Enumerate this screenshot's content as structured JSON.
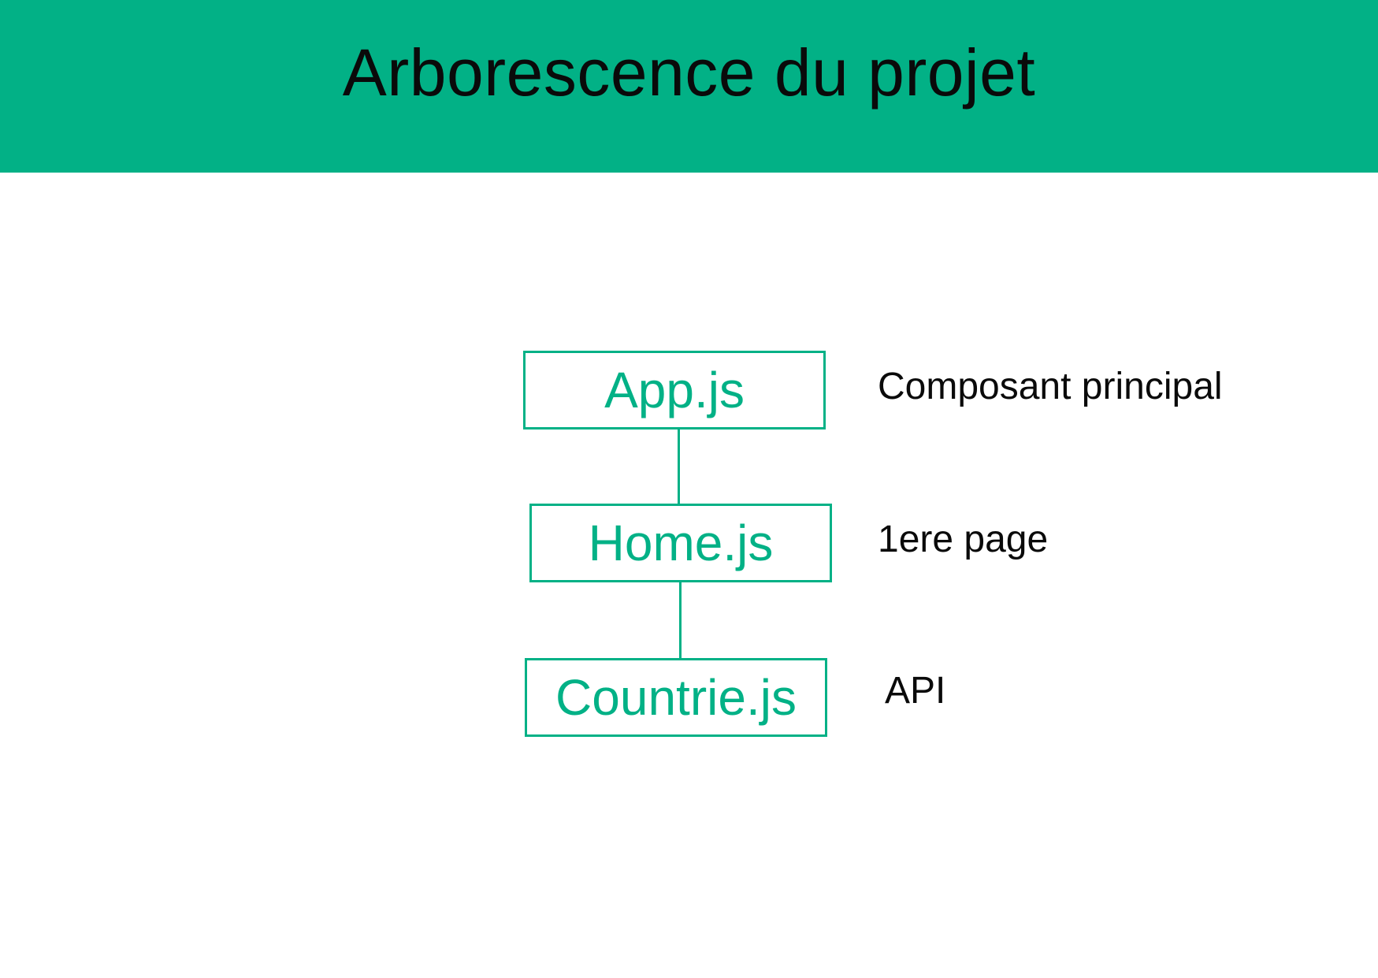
{
  "header": {
    "title": "Arborescence du projet",
    "background_color": "#02b186"
  },
  "tree": {
    "accent_color": "#02b186",
    "nodes": [
      {
        "label": "App.js",
        "description": "Composant principal"
      },
      {
        "label": "Home.js",
        "description": "1ere page"
      },
      {
        "label": "Countrie.js",
        "description": "API"
      }
    ],
    "edges": [
      {
        "from": "App.js",
        "to": "Home.js"
      },
      {
        "from": "Home.js",
        "to": "Countrie.js"
      }
    ]
  }
}
